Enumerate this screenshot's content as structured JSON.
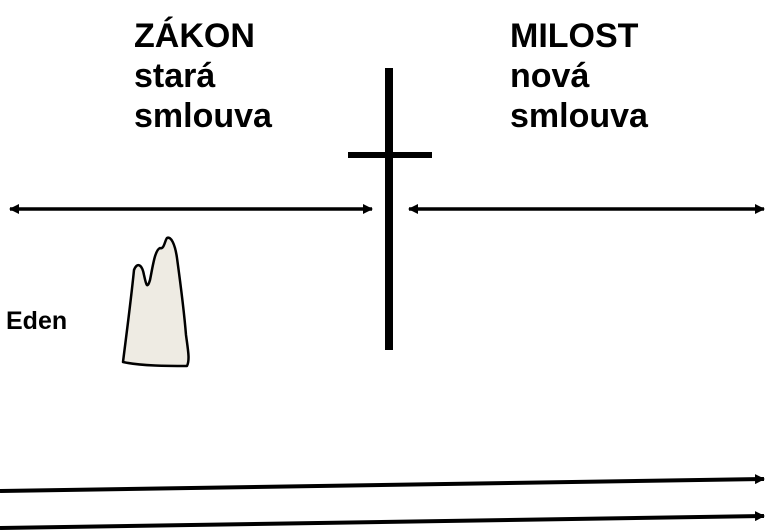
{
  "left": {
    "line1": "ZÁKON",
    "line2": "stará",
    "line3": "smlouva"
  },
  "right": {
    "line1": "MILOST",
    "line2": "nová",
    "line3": "smlouva"
  },
  "eden": {
    "label": "Eden"
  },
  "colors": {
    "ink": "#000000",
    "mountain_fill": "#eeebe3"
  },
  "icons": {
    "cross": "cross-icon",
    "mountain": "mountain-icon"
  }
}
